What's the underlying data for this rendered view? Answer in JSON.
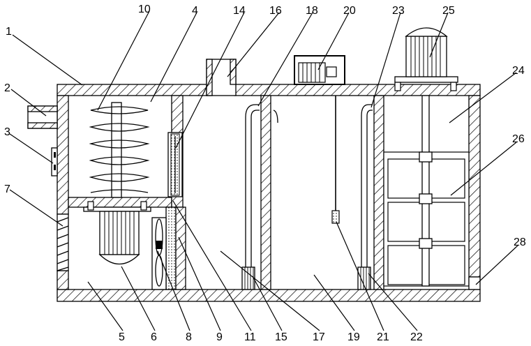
{
  "labels": {
    "l1": "1",
    "l2": "2",
    "l3": "3",
    "l4": "4",
    "l5": "5",
    "l6": "6",
    "l7": "7",
    "l8": "8",
    "l9": "9",
    "l10": "10",
    "l11": "11",
    "l14": "14",
    "l15": "15",
    "l16": "16",
    "l17": "17",
    "l18": "18",
    "l19": "19",
    "l20": "20",
    "l21": "21",
    "l22": "22",
    "l23": "23",
    "l24": "24",
    "l25": "25",
    "l26": "26",
    "l28": "28"
  }
}
